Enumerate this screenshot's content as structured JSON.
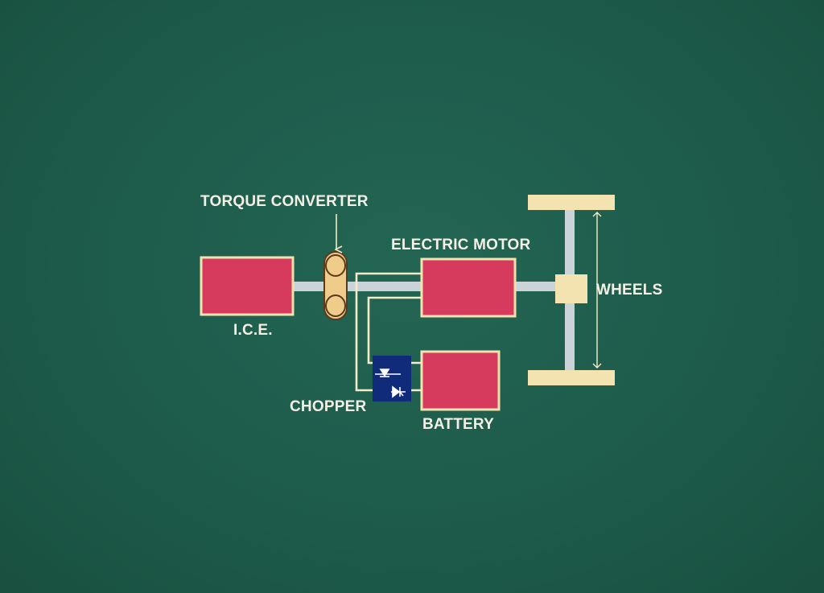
{
  "labels": {
    "torque_converter": "TORQUE CONVERTER",
    "ice": "I.C.E.",
    "electric_motor": "ELECTRIC MOTOR",
    "wheels": "WHEELS",
    "chopper": "CHOPPER",
    "battery": "BATTERY"
  },
  "colors": {
    "background": "#1f5c4d",
    "component_fill": "#d63a5c",
    "component_border": "#f3e3b0",
    "shaft": "#c9d3d8",
    "wire": "#f4ecc8",
    "chopper_fill": "#0f2b7a",
    "wheel_fill": "#f3e3b0"
  }
}
